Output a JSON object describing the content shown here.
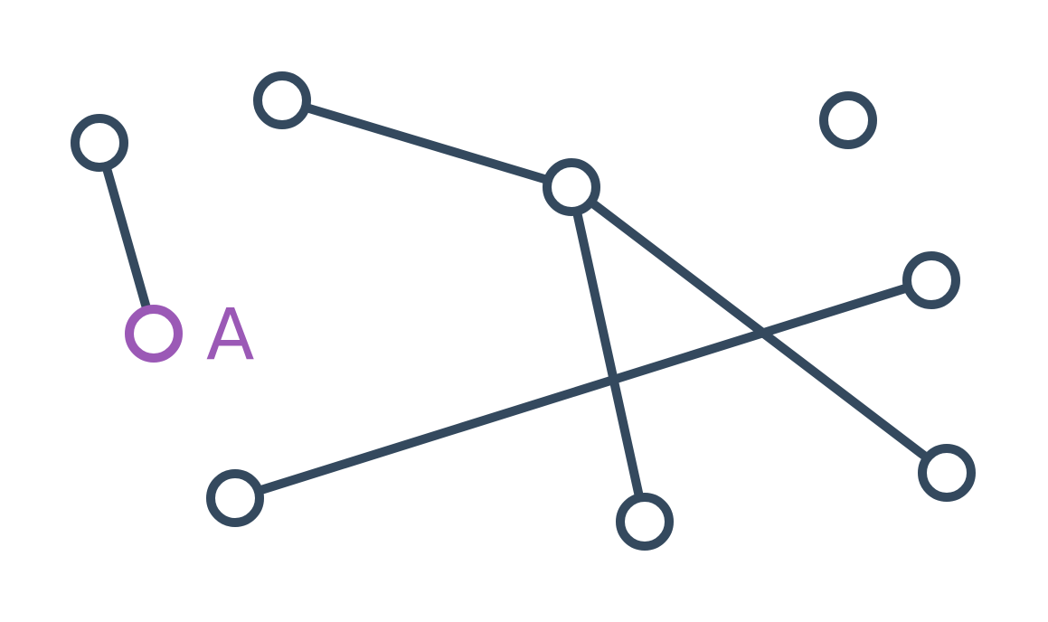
{
  "graph": {
    "colors": {
      "default": "#34495e",
      "highlight": "#9b59b6",
      "background": "#ffffff"
    },
    "nodes": [
      {
        "id": "n1",
        "label": "",
        "highlighted": false
      },
      {
        "id": "n2",
        "label": "",
        "highlighted": false
      },
      {
        "id": "n3",
        "label": "A",
        "highlighted": true
      },
      {
        "id": "n4",
        "label": "",
        "highlighted": false
      },
      {
        "id": "n5",
        "label": "",
        "highlighted": false
      },
      {
        "id": "n6",
        "label": "",
        "highlighted": false
      },
      {
        "id": "n7",
        "label": "",
        "highlighted": false
      },
      {
        "id": "n8",
        "label": "",
        "highlighted": false
      },
      {
        "id": "n9",
        "label": "",
        "highlighted": false
      }
    ],
    "edges": [
      {
        "from": "n1",
        "to": "n3"
      },
      {
        "from": "n2",
        "to": "n4"
      },
      {
        "from": "n4",
        "to": "n8"
      },
      {
        "from": "n4",
        "to": "n9"
      },
      {
        "from": "n7",
        "to": "n6"
      }
    ]
  }
}
